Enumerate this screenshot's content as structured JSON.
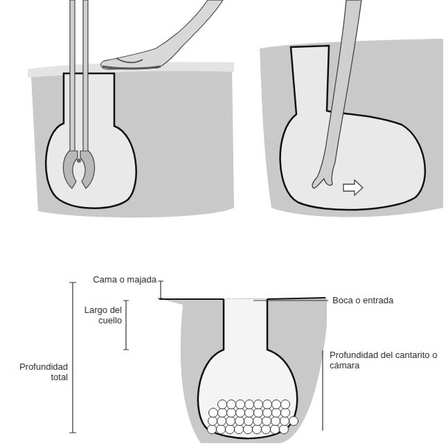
{
  "diagram": {
    "labels": [
      "Cama o majada",
      "Boca o entrada",
      "Largo del cuello",
      "Profundidad total",
      "Profundidad del cantarito o cámara"
    ]
  }
}
